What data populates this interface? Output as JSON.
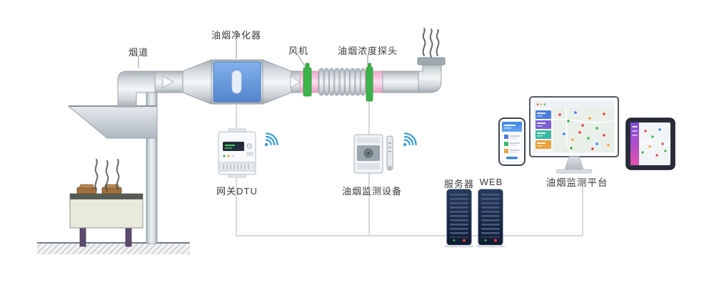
{
  "labels": {
    "flue": "烟道",
    "purifier": "油烟净化器",
    "fan": "风机",
    "probe": "油烟浓度探头",
    "gateway_dtu": "网关DTU",
    "monitoring_device": "油烟监测设备",
    "server": "服务器",
    "web": "WEB",
    "platform": "油烟监测平台"
  },
  "colors": {
    "purifier_blue": "#6d9ee0",
    "pipe_pink": "#f5c4da",
    "valve_green": "#3cb44a",
    "wifi_blue": "#2f9cdb",
    "server_navy": "#1b2a4a",
    "connector_gray": "#c5ced5",
    "label_text": "#3b3b3b"
  }
}
